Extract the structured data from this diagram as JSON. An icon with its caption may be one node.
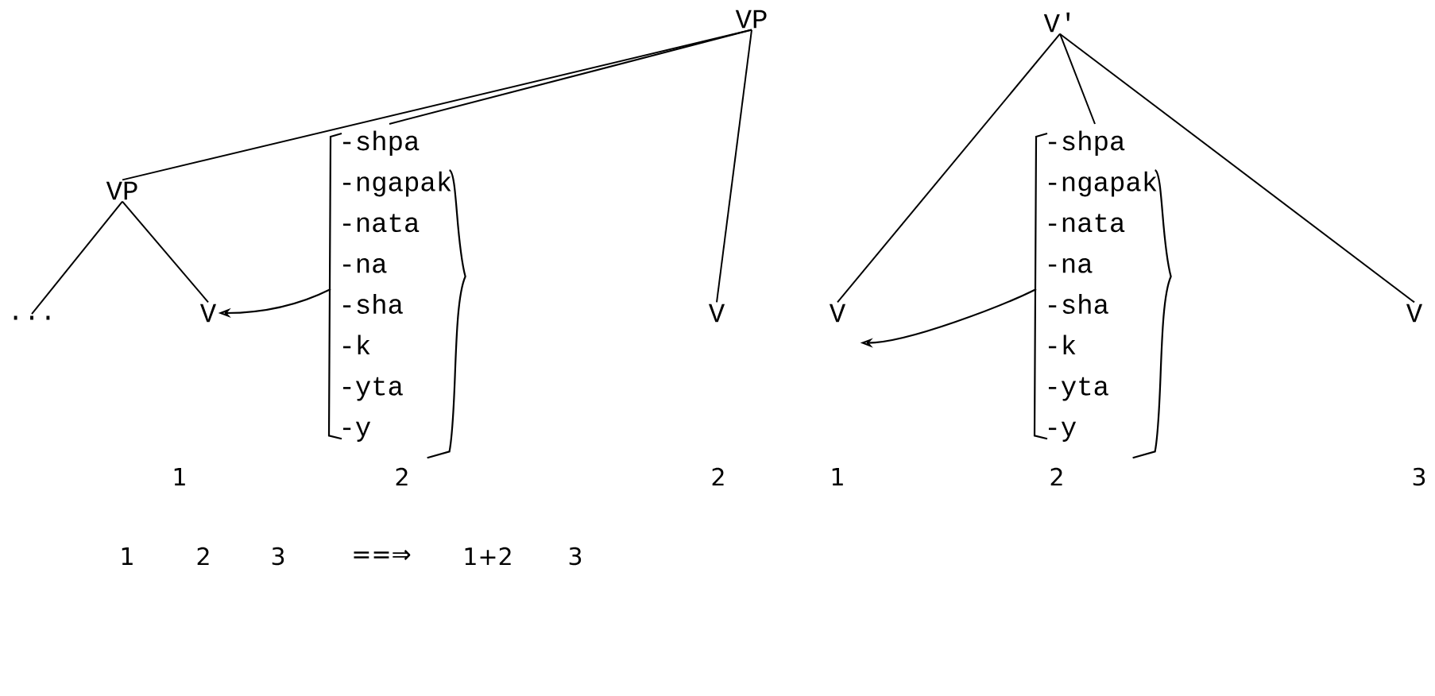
{
  "diagram": {
    "nodes": [
      {
        "text": [
          "VP"
        ]
      },
      {
        "text": [
          "VP"
        ]
      },
      {
        "text": [
          "-shpa",
          "-ngapak",
          "-nata",
          "-na",
          "-sha",
          "-k",
          "-yta",
          "-y"
        ]
      },
      {
        "text": [
          "..."
        ]
      },
      {
        "text": [
          "V"
        ]
      },
      {
        "text": [
          "V"
        ]
      },
      {
        "text": [
          "V'"
        ]
      },
      {
        "text": [
          "V"
        ]
      },
      {
        "text": [
          "-shpa",
          "-ngapak",
          "-nata",
          "-na",
          "-sha",
          "-k",
          "-yta",
          "-y"
        ]
      },
      {
        "text": [
          "V"
        ]
      }
    ],
    "edges": [
      {
        "from": 0,
        "to": 1,
        "arrow": "none"
      },
      {
        "from": 0,
        "to": 2,
        "arrow": "none"
      },
      {
        "from": 0,
        "to": 5,
        "arrow": "none"
      },
      {
        "from": 1,
        "to": 3,
        "arrow": "none"
      },
      {
        "from": 1,
        "to": 4,
        "arrow": "none"
      },
      {
        "from": 2,
        "to": 4,
        "arrow": "to"
      },
      {
        "from": 6,
        "to": 7,
        "arrow": "none"
      },
      {
        "from": 6,
        "to": 8,
        "arrow": "none"
      },
      {
        "from": 6,
        "to": 9,
        "arrow": "none"
      },
      {
        "from": 8,
        "to": 7,
        "arrow": "to"
      }
    ],
    "labels": [
      "1",
      "2",
      "2",
      "1",
      "2",
      "3",
      "1",
      "2",
      "3",
      "==⇒",
      "1+2",
      "3"
    ]
  }
}
